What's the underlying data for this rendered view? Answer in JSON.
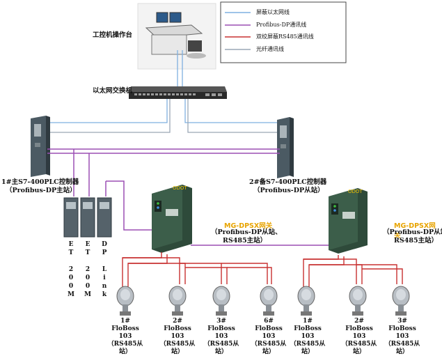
{
  "legend": [
    {
      "label": "屏蔽以太网线",
      "color": "#7fb0e0"
    },
    {
      "label": "Profibus-DP通讯线",
      "color": "#9b4fb4"
    },
    {
      "label": "双绞屏蔽RS485通讯线",
      "color": "#c83030"
    },
    {
      "label": "光纤通讯线",
      "color": "#9aa7b5"
    }
  ],
  "workstation_label": "工控机操作台",
  "switch_label": "以太网交换机",
  "plc1": {
    "line1": "1#主S7-400PLC控制器",
    "line2": "（Profibus-DP主站）"
  },
  "plc2": {
    "line1": "2#备S7-400PLC控制器",
    "line2": "（Profibus-DP从站）"
  },
  "modules": [
    {
      "label": "ET200M",
      "chars": [
        "E",
        "T",
        "",
        "2",
        "0",
        "0",
        "M"
      ]
    },
    {
      "label": "ET200M",
      "chars": [
        "E",
        "T",
        "",
        "2",
        "0",
        "0",
        "M"
      ]
    },
    {
      "label": "DP Link",
      "chars": [
        "D",
        "P",
        "",
        "L",
        "i",
        "n",
        "k"
      ]
    }
  ],
  "gateway1": {
    "title": "MG-DPSX网关",
    "line1": "（Profibus-DP从站、",
    "line2": "RS485主站）"
  },
  "gateway2": {
    "title": "MG-DPSX网关",
    "line1": "（Profibus-DP从站、",
    "line2": "RS485主站）"
  },
  "devices": [
    {
      "num": "1#",
      "model": "FloBoss 103",
      "role": "（RS485从站）"
    },
    {
      "num": "2#",
      "model": "FloBoss 103",
      "role": "（RS485从站）"
    },
    {
      "num": "3#",
      "model": "FloBoss 103",
      "role": "（RS485从站）"
    },
    {
      "num": "6#",
      "model": "FloBoss 103",
      "role": "（RS485从站）"
    },
    {
      "num": "1#",
      "model": "FloBoss 103",
      "role": "（RS485从站）"
    },
    {
      "num": "2#",
      "model": "FloBoss 103",
      "role": "（RS485从站）"
    },
    {
      "num": "3#",
      "model": "FloBoss 103",
      "role": "（RS485从站）"
    }
  ]
}
